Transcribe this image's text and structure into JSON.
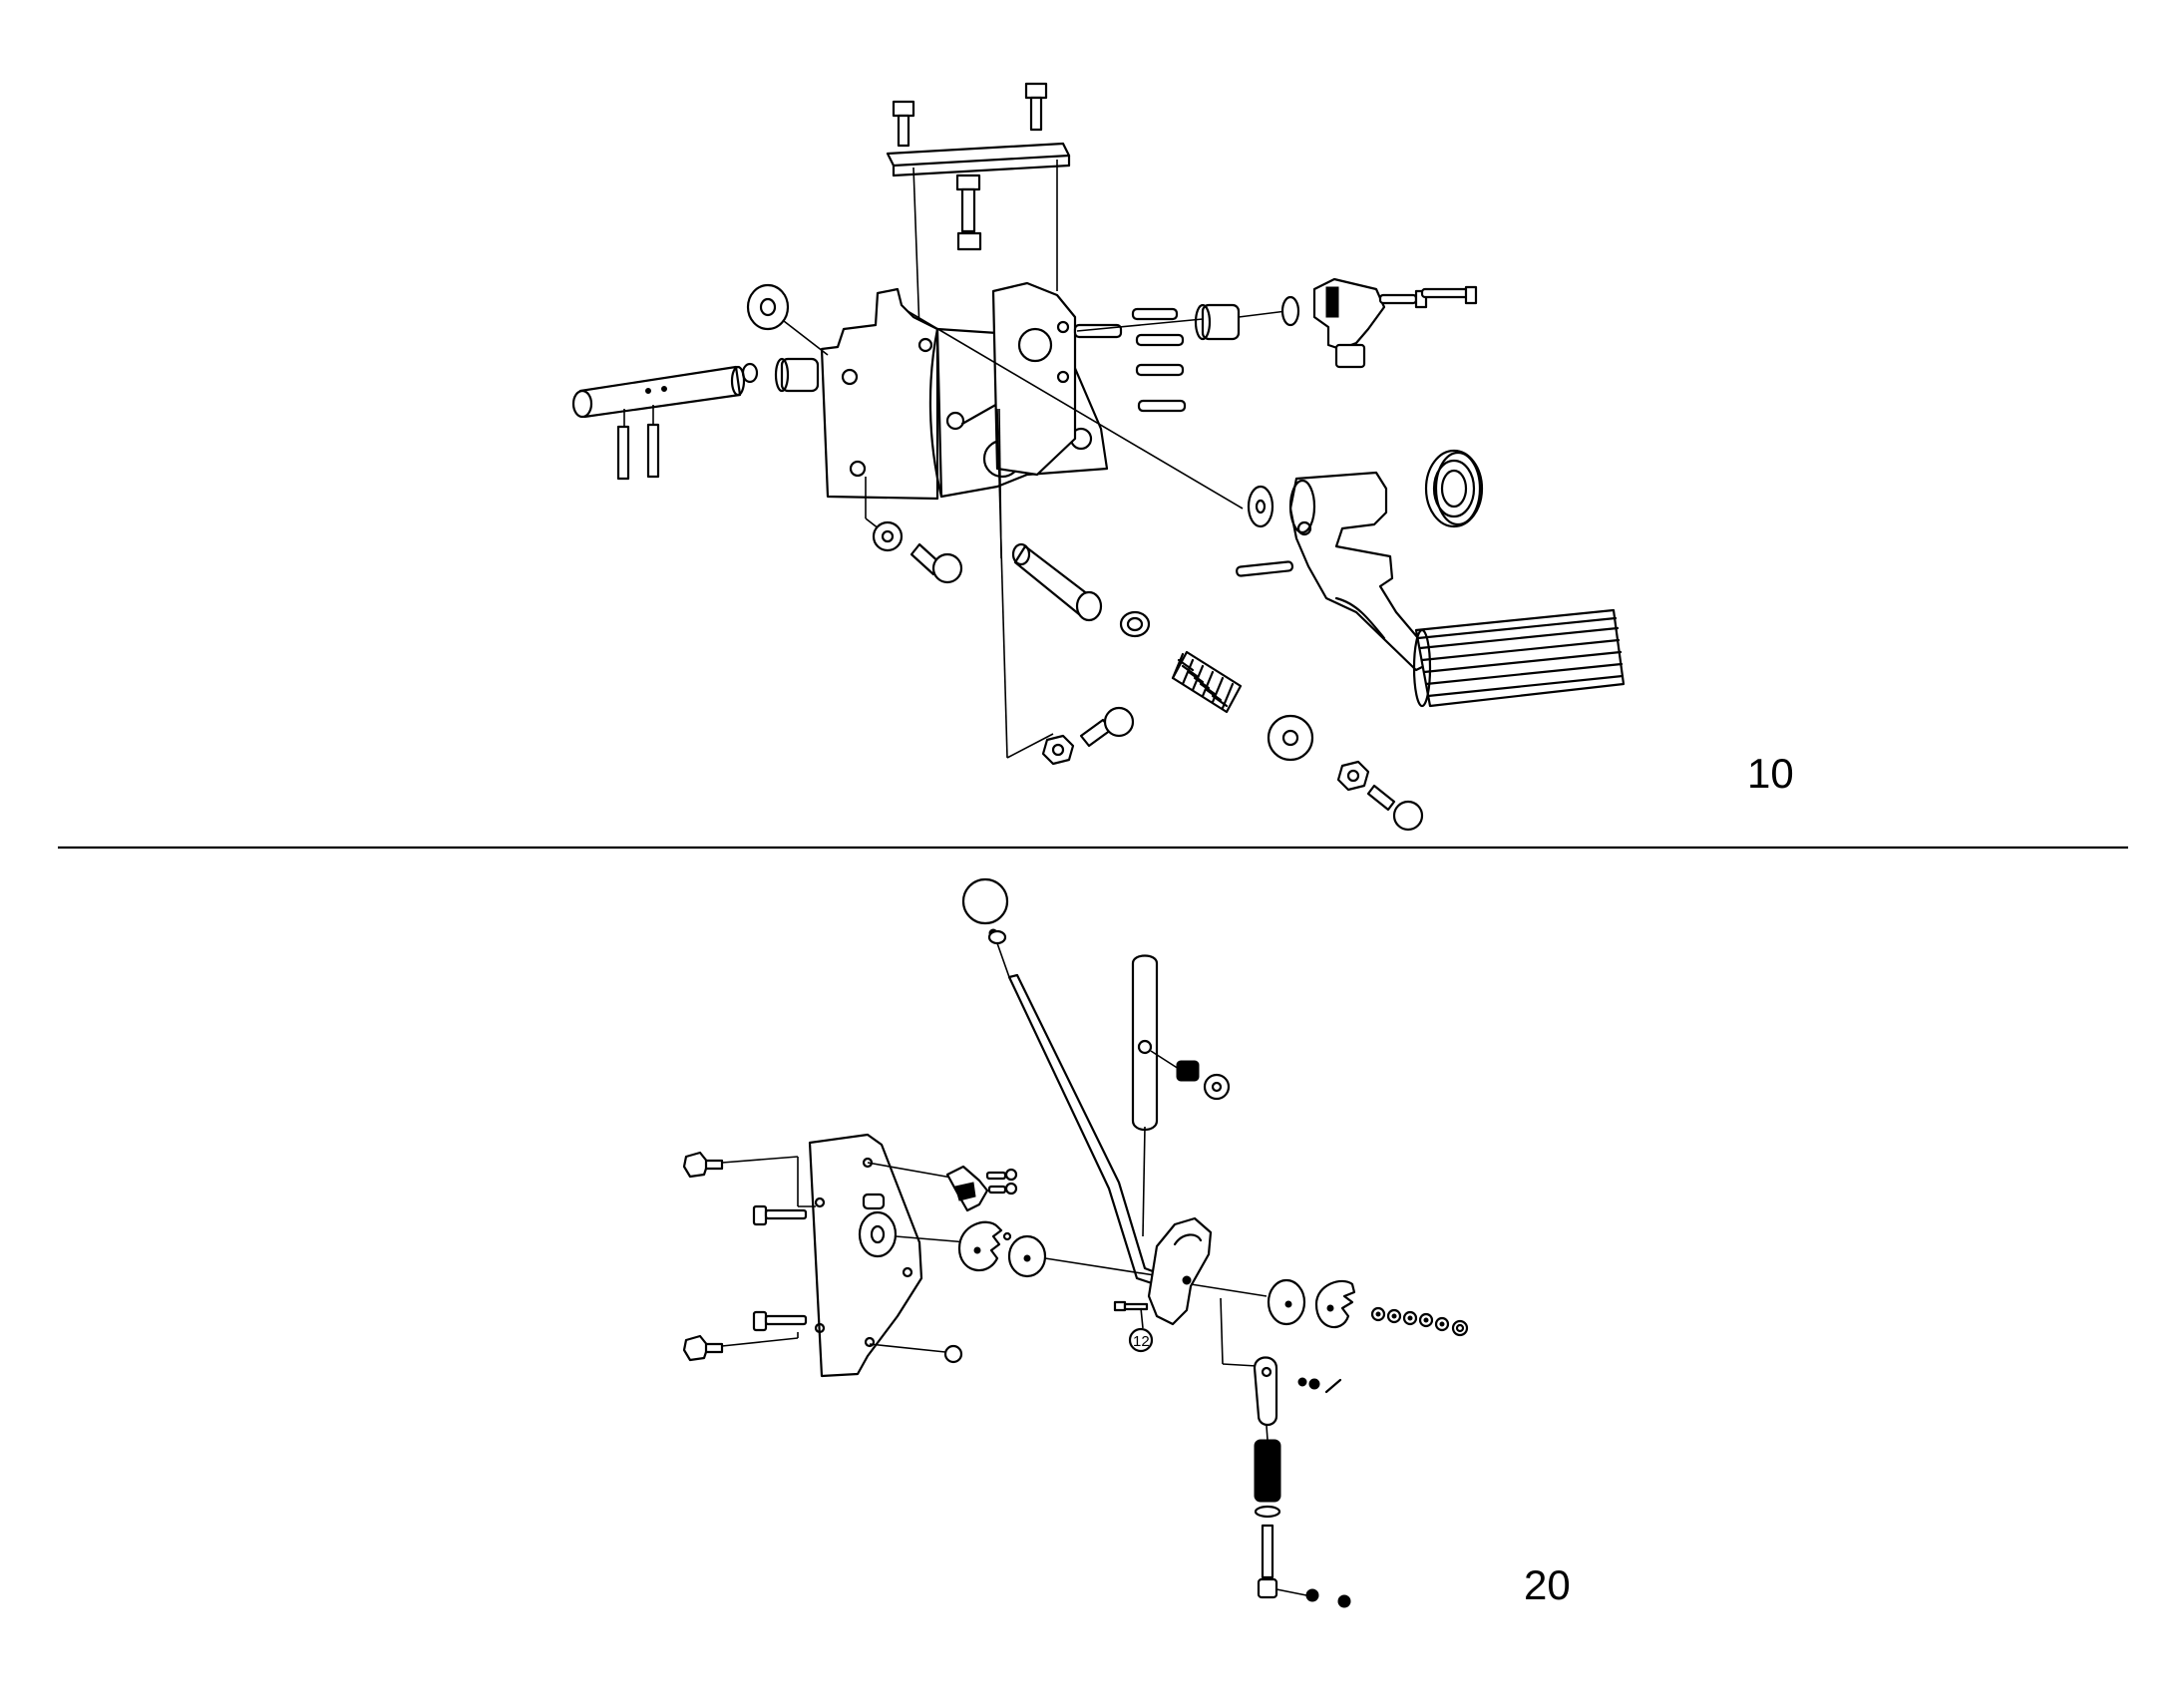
{
  "diagram": {
    "assemblies": [
      {
        "id": "brake-pedal-assembly",
        "callout": "10"
      },
      {
        "id": "hand-lever-assembly",
        "callout": "20"
      }
    ],
    "small_label": "12",
    "colors": {
      "line": "#000000",
      "background": "#ffffff"
    }
  }
}
